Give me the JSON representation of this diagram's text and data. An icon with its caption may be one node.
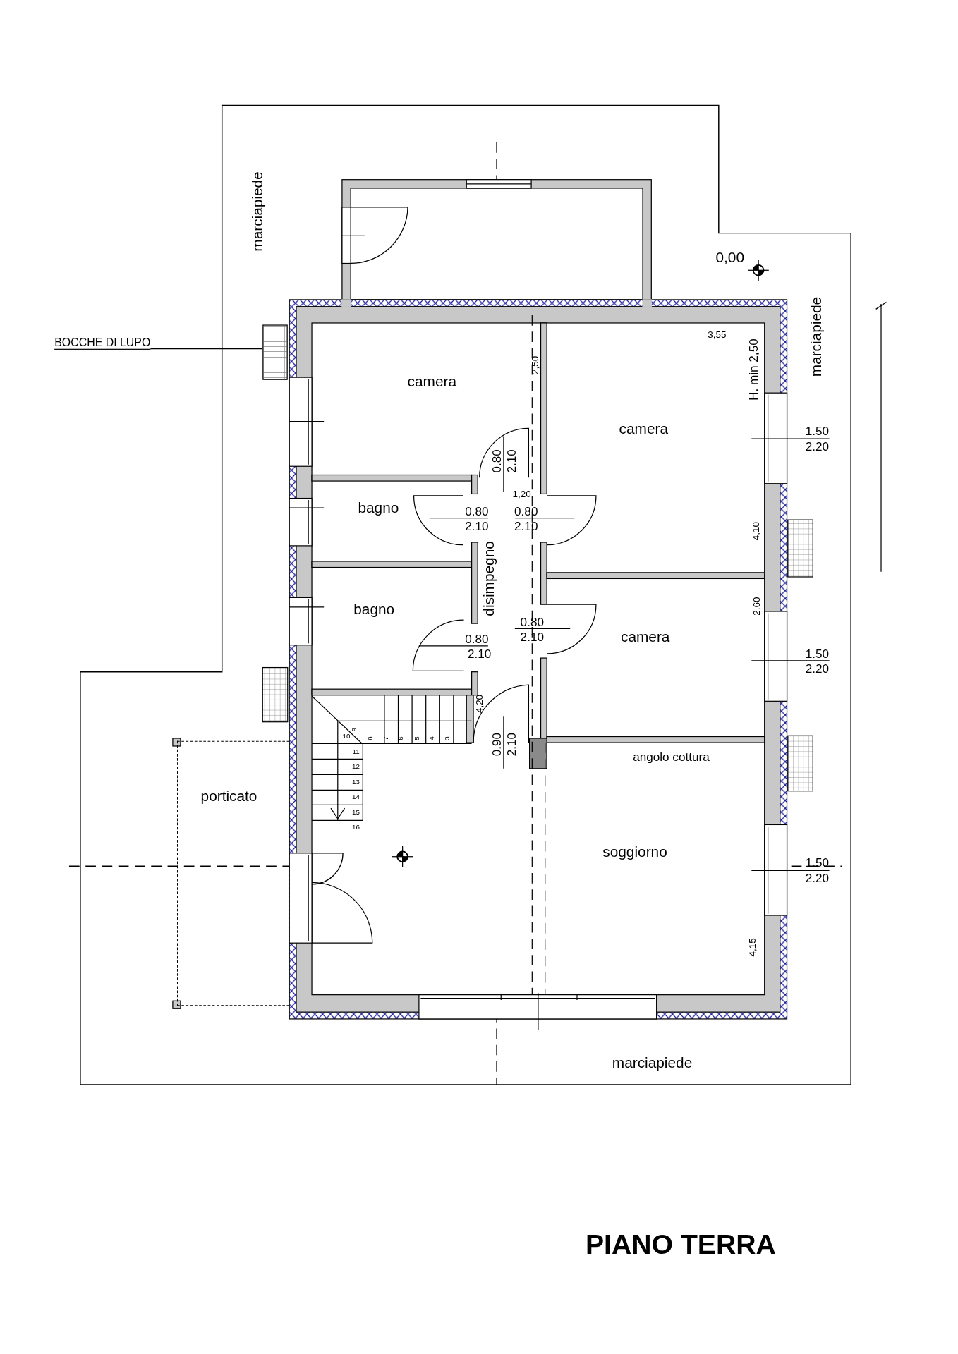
{
  "diagram": {
    "title": "PIANO TERRA",
    "nodes": [
      {
        "text": [
          "BOCCHE DI LUPO"
        ]
      },
      {
        "text": [],
        "shape": "box"
      },
      {
        "text": [
          "camera"
        ]
      },
      {
        "text": [
          "camera"
        ]
      },
      {
        "text": [
          "bagno"
        ]
      },
      {
        "text": [
          "disimpegno"
        ]
      },
      {
        "text": [
          "bagno"
        ]
      },
      {
        "text": [
          "camera"
        ]
      },
      {
        "text": [
          "porticato"
        ]
      },
      {
        "text": [
          "angolo cottura",
          "soggiorno"
        ]
      }
    ],
    "edges": [
      {
        "from": 0,
        "to": 1,
        "arrow": "none"
      }
    ],
    "labels": [
      "marciapiede",
      "0,00",
      "marciapiede",
      "3,55",
      "2,50",
      "H. min 2,50",
      "1.50",
      "2.20",
      "0.80",
      "2.10",
      "1,20",
      "0.80",
      "2.10",
      "0.80",
      "2.10",
      "4,10",
      "2,60",
      "0.80",
      "0.80",
      "2.10",
      "2.10",
      "1.50",
      "2.20",
      "4,20",
      "9",
      "10",
      "8",
      "7",
      "6",
      "5",
      "4",
      "3",
      "11",
      "12",
      "13",
      "14",
      "15",
      "16",
      "0.90",
      "2.10",
      "1.50",
      "2.20",
      "4,15",
      "marciapiede"
    ]
  }
}
